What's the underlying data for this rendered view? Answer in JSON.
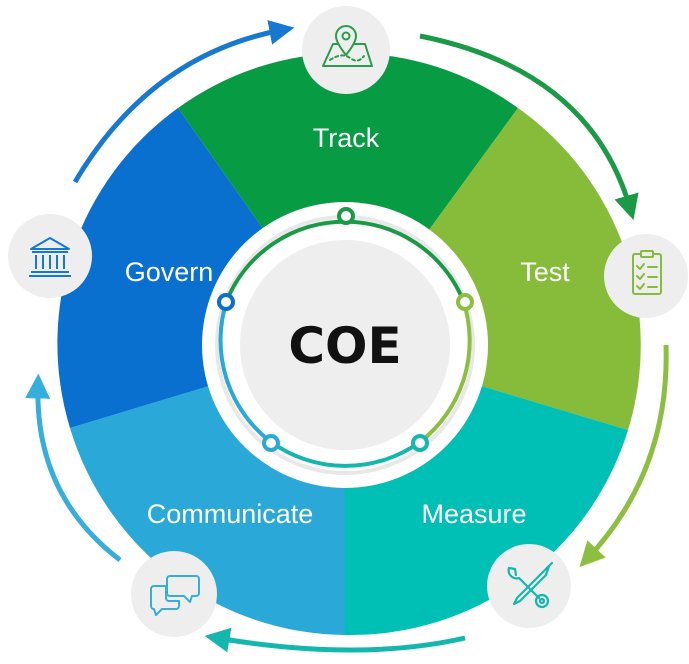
{
  "center": {
    "label": "COE"
  },
  "segments": [
    {
      "key": "track",
      "label": "Track",
      "color": "#079b44",
      "icon": "map-pin-icon",
      "arrow_color": "#1a9a45"
    },
    {
      "key": "test",
      "label": "Test",
      "color": "#86bc3a",
      "icon": "checklist-icon",
      "arrow_color": "#8cbf3f"
    },
    {
      "key": "measure",
      "label": "Measure",
      "color": "#00bfb4",
      "icon": "wrench-screwdriver-icon",
      "arrow_color": "#14b7ad"
    },
    {
      "key": "communicate",
      "label": "Communicate",
      "color": "#2aa8d8",
      "icon": "chat-bubbles-icon",
      "arrow_color": "#35aedb"
    },
    {
      "key": "govern",
      "label": "Govern",
      "color": "#0a70d0",
      "icon": "bank-building-icon",
      "arrow_color": "#1778d2"
    }
  ]
}
